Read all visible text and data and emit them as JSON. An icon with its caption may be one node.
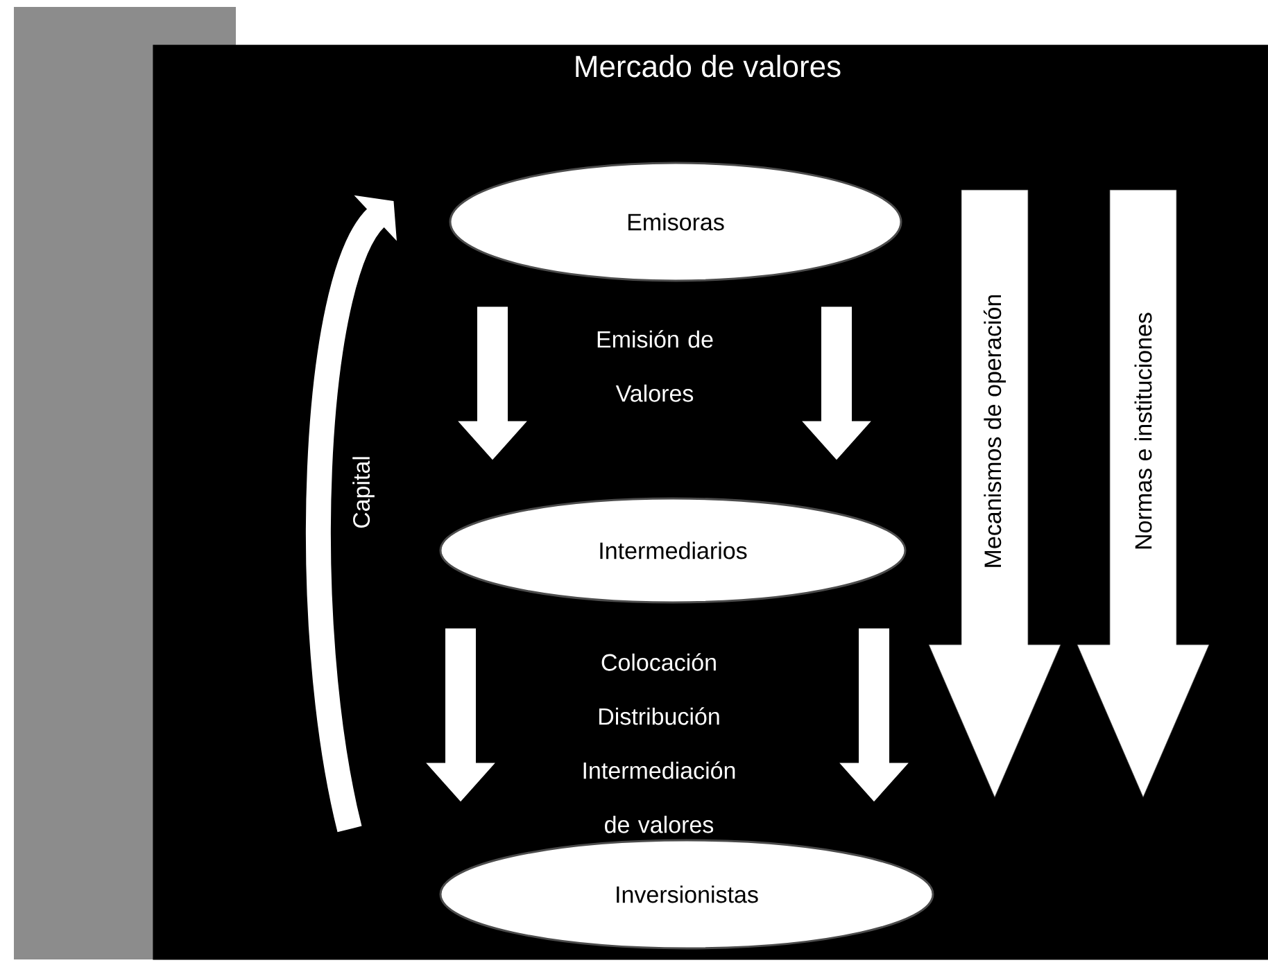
{
  "diagram": {
    "nodes": [
      {
        "text": [
          "Mercado de valores"
        ]
      },
      {
        "text": [
          "Emisoras"
        ],
        "in": 0
      },
      {
        "text": [
          "Intermediarios"
        ],
        "in": 0
      },
      {
        "text": [
          "Inversionistas"
        ],
        "in": 0
      },
      {
        "text": [
          "Mecanismos de operación"
        ],
        "in": 0
      },
      {
        "text": [
          "Normas e instituciones"
        ],
        "in": 0
      }
    ],
    "edges": [
      {
        "from": 1,
        "to": 2,
        "arrow": "to"
      },
      {
        "from": 1,
        "to": 2,
        "arrow": "to"
      },
      {
        "from": 2,
        "to": 3,
        "arrow": "to"
      },
      {
        "from": 2,
        "to": 3,
        "arrow": "to"
      },
      {
        "from": null,
        "to": 1,
        "arrow": "to",
        "label": "Capital"
      }
    ],
    "labels": [
      "Emisión de Valores",
      "Colocación Distribución Intermediación de valores"
    ]
  }
}
